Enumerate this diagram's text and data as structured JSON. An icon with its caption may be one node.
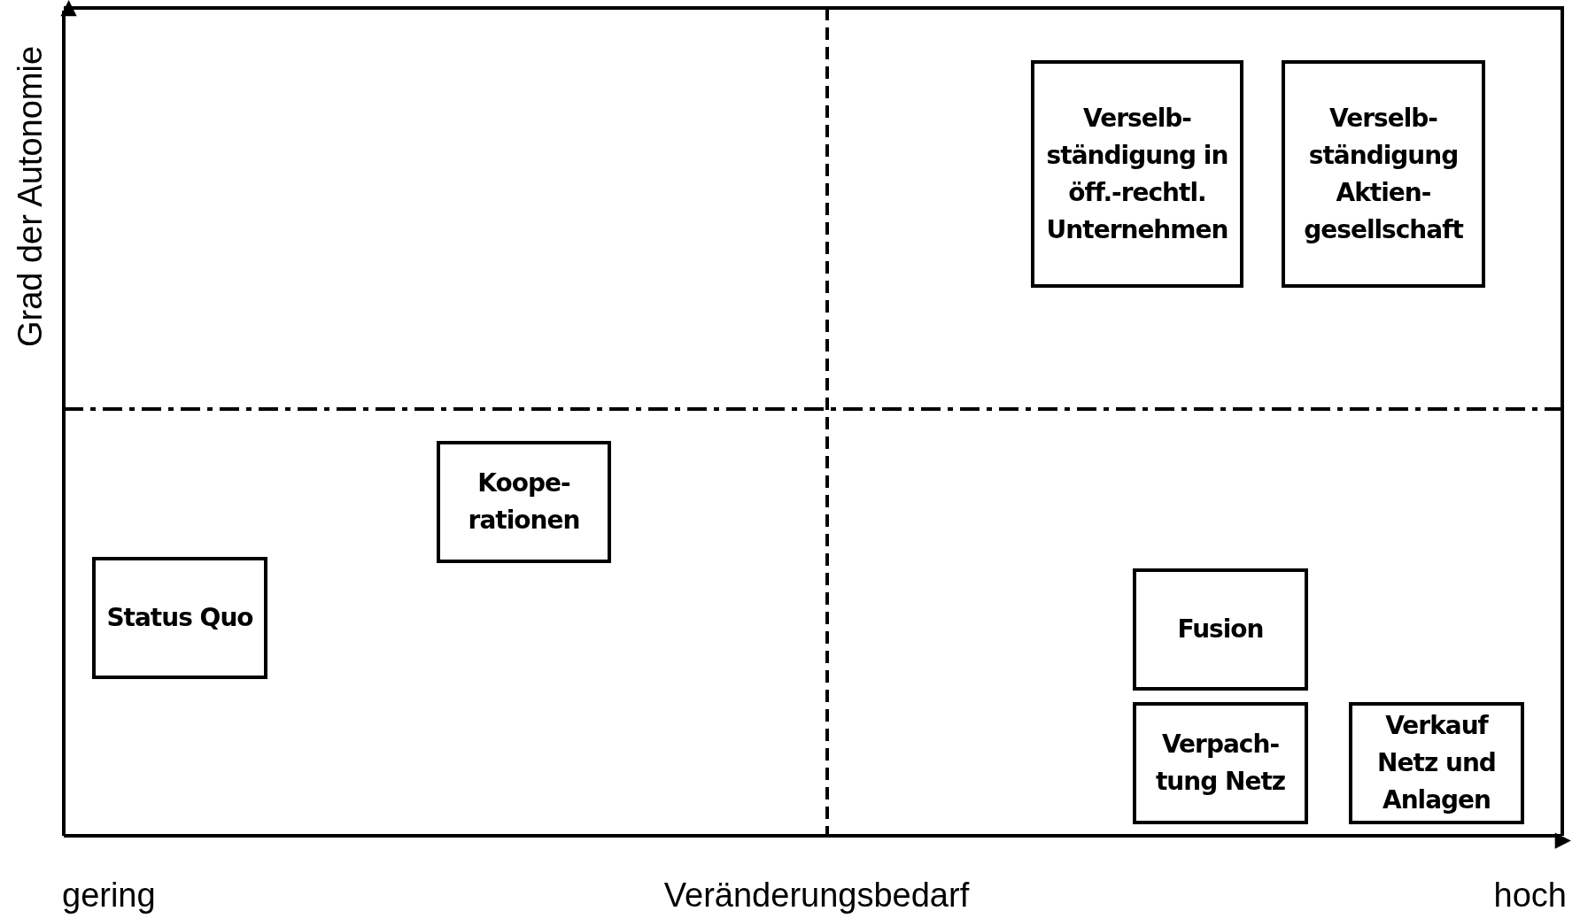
{
  "diagram": {
    "nodes": [
      {
        "text": [
          "Verselb- ständigung in öff.-rechtl. Unternehmen"
        ]
      },
      {
        "text": [
          "Verselb- ständigung Aktien- gesellschaft"
        ]
      },
      {
        "text": [
          "Koope- rationen"
        ]
      },
      {
        "text": [
          "Status Quo"
        ]
      },
      {
        "text": [
          "Fusion"
        ]
      },
      {
        "text": [
          "Verpach- tung Netz"
        ]
      },
      {
        "text": [
          "Verkauf Netz und Anlagen"
        ]
      }
    ],
    "edges": [],
    "labels": [
      "Grad der Autonomie",
      "gering",
      "Veränderungsbedarf",
      "hoch"
    ]
  }
}
